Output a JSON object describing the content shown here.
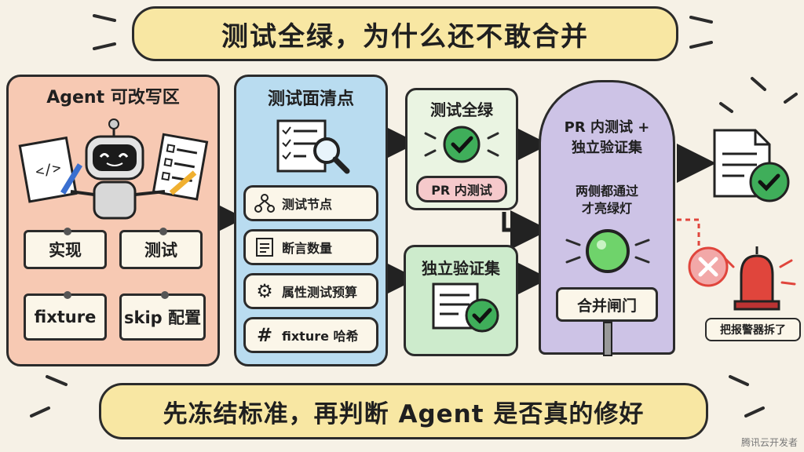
{
  "title": "测试全绿，为什么还不敢合并",
  "footer": "先冻结标准，再判断 Agent 是否真的修好",
  "agent_zone": {
    "label": "Agent 可改写区",
    "notes": [
      "实现",
      "测试",
      "fixture",
      "skip 配置"
    ]
  },
  "test_inventory": {
    "label": "测试面清点",
    "items": [
      {
        "icon": "nodes-icon",
        "label": "测试节点"
      },
      {
        "icon": "list-icon",
        "label": "断言数量"
      },
      {
        "icon": "gear-icon",
        "label": "属性测试预算"
      },
      {
        "icon": "hash-icon",
        "label": "fixture 哈希"
      }
    ]
  },
  "tests_green": {
    "label": "测试全绿",
    "tag": "PR 内测试"
  },
  "holdout_set": {
    "label": "独立验证集"
  },
  "gate": {
    "title_line1": "PR 内测试 +",
    "title_line2": "独立验证集",
    "note_line1": "两侧都通过",
    "note_line2": "才亮绿灯",
    "button": "合并闸门"
  },
  "alarm": {
    "label": "把报警器拆了"
  },
  "watermark": "腾讯云开发者",
  "colors": {
    "agent_panel": "#f7c9b3",
    "test_panel": "#b9dcf0",
    "green_check": "#3fae5a",
    "gate": "#cdc3e6",
    "banner": "#f8e7a3",
    "alarm_red": "#e0453c"
  }
}
